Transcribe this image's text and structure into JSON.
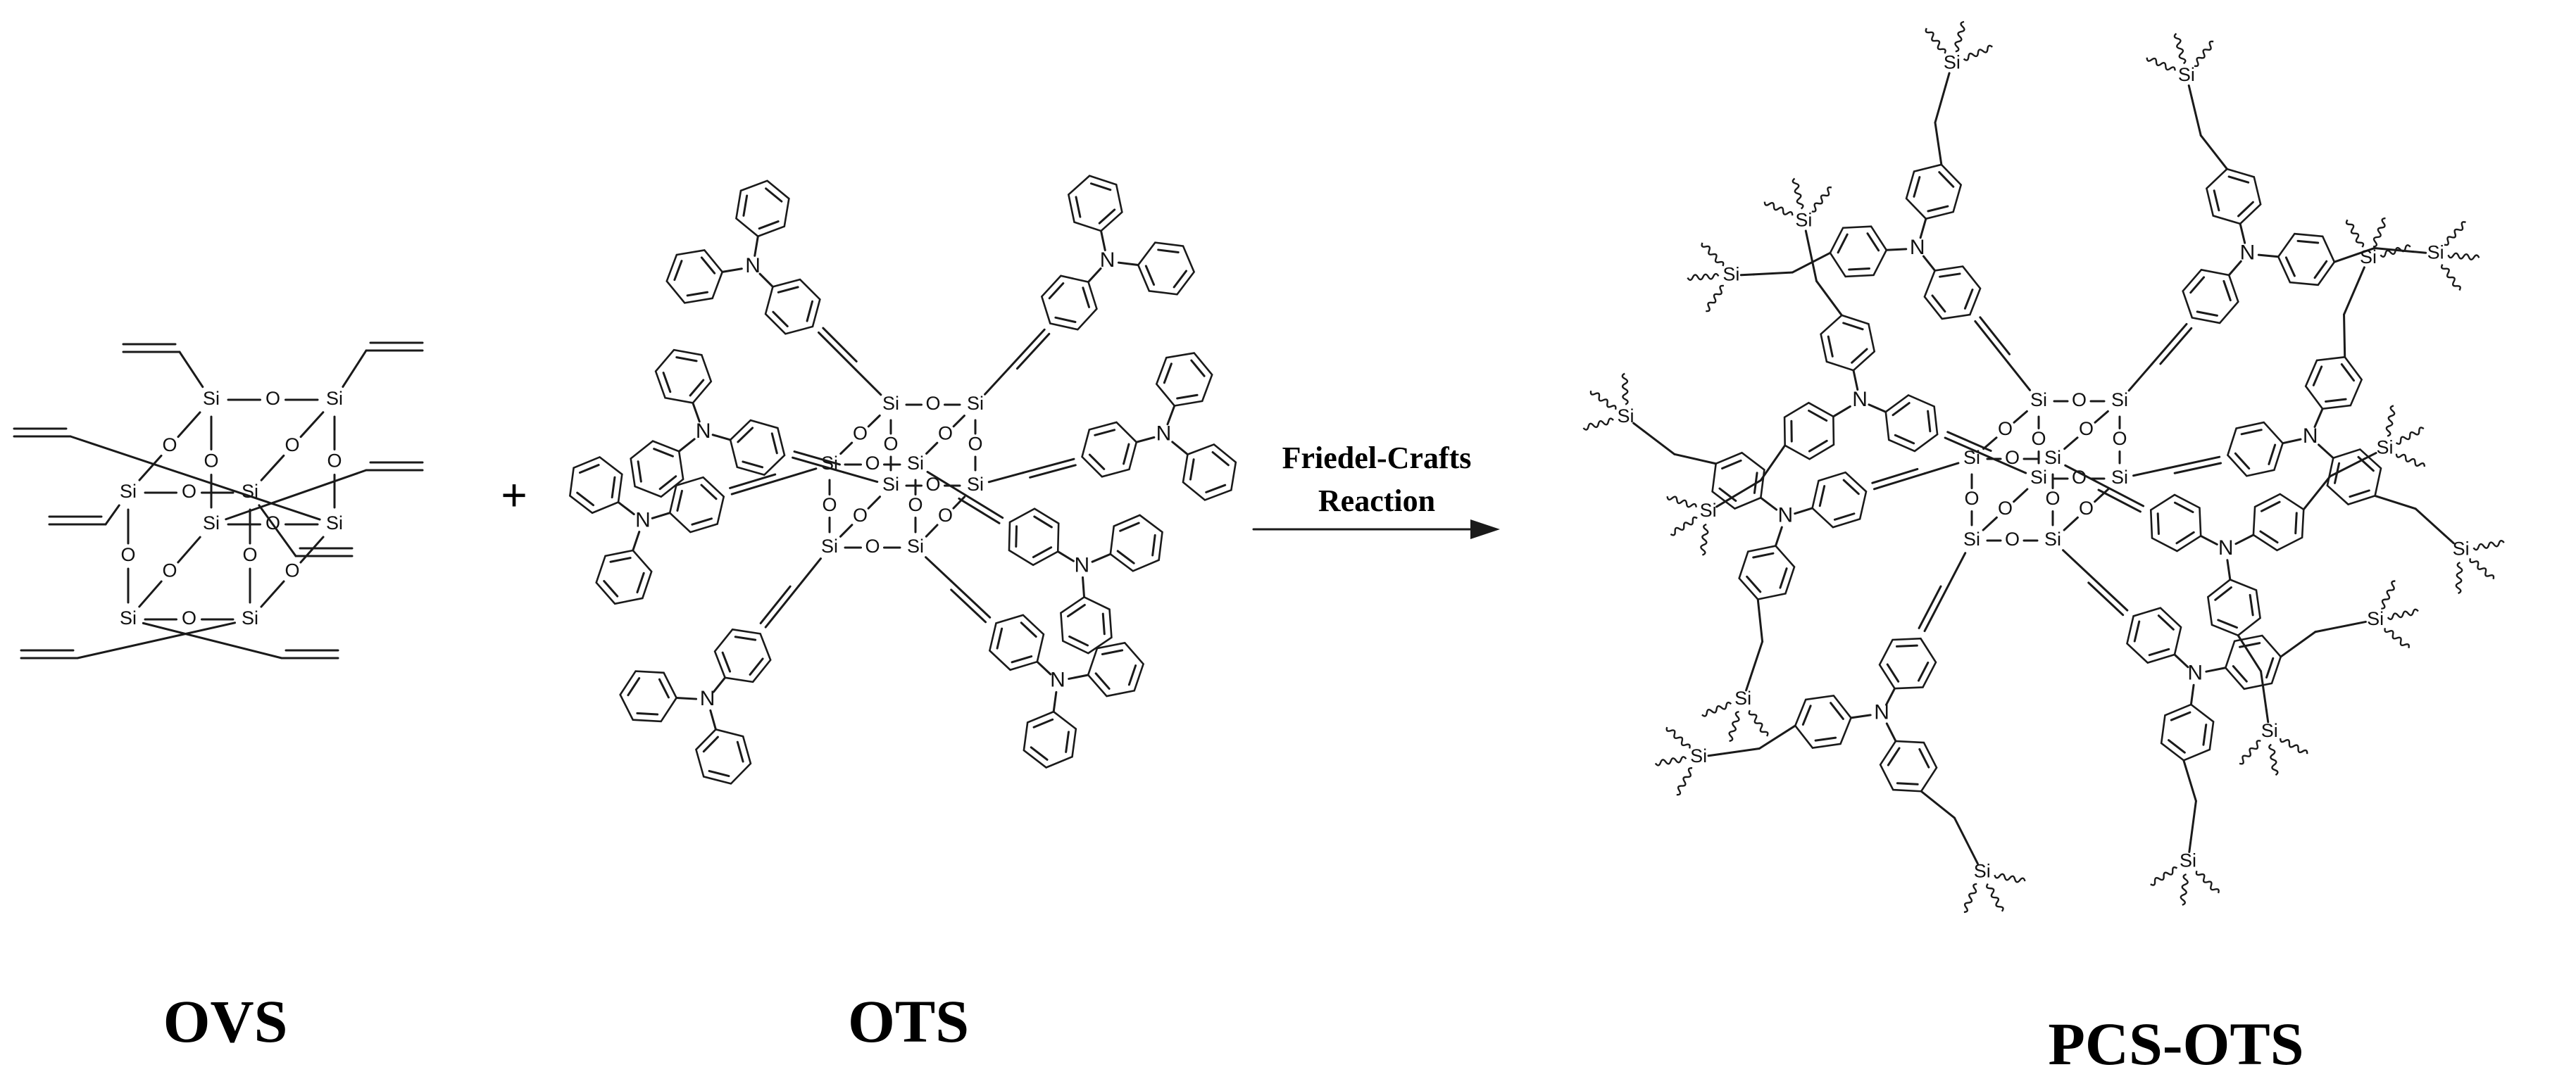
{
  "labels": {
    "plus": "+",
    "arrow_line1": "Friedel-Crafts",
    "arrow_line2": "Reaction",
    "compound1": "OVS",
    "compound2": "OTS",
    "compound3": "PCS-OTS"
  },
  "atoms": {
    "silicon": "Si",
    "oxygen": "O",
    "nitrogen": "N"
  }
}
